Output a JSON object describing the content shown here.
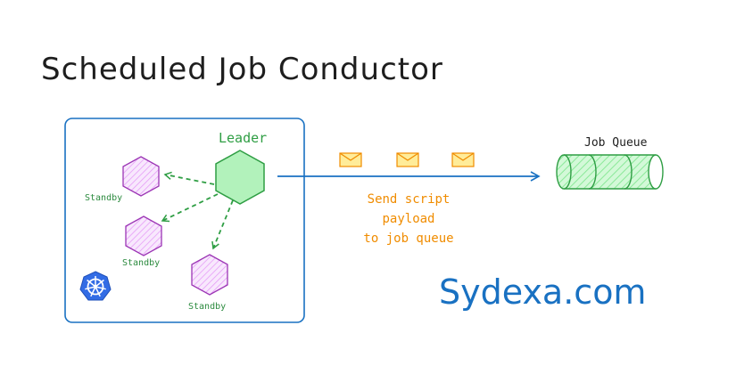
{
  "diagram": {
    "title": "Scheduled Job Conductor",
    "leader_label": "Leader",
    "standby_labels": [
      "Standby",
      "Standby",
      "Standby"
    ],
    "job_queue_label": "Job Queue",
    "payload_label_line1": "Send script payload",
    "payload_label_line2": "to job queue",
    "brand": "Sydexa.com",
    "colors": {
      "leader_fill": "#b2f2bb",
      "leader_stroke": "#2f9e44",
      "standby_fill": "#eebefa",
      "standby_stroke": "#9c36b5",
      "cluster_border": "#1971c2",
      "arrow_main": "#1971c2",
      "arrow_dashed": "#2f9e44",
      "envelope_fill": "#ffec99",
      "envelope_stroke": "#f08c00",
      "payload_text": "#f08c00",
      "brand_text": "#1971c2"
    },
    "icons": [
      "kubernetes-icon",
      "envelope-icon",
      "queue-cylinder-icon"
    ]
  }
}
